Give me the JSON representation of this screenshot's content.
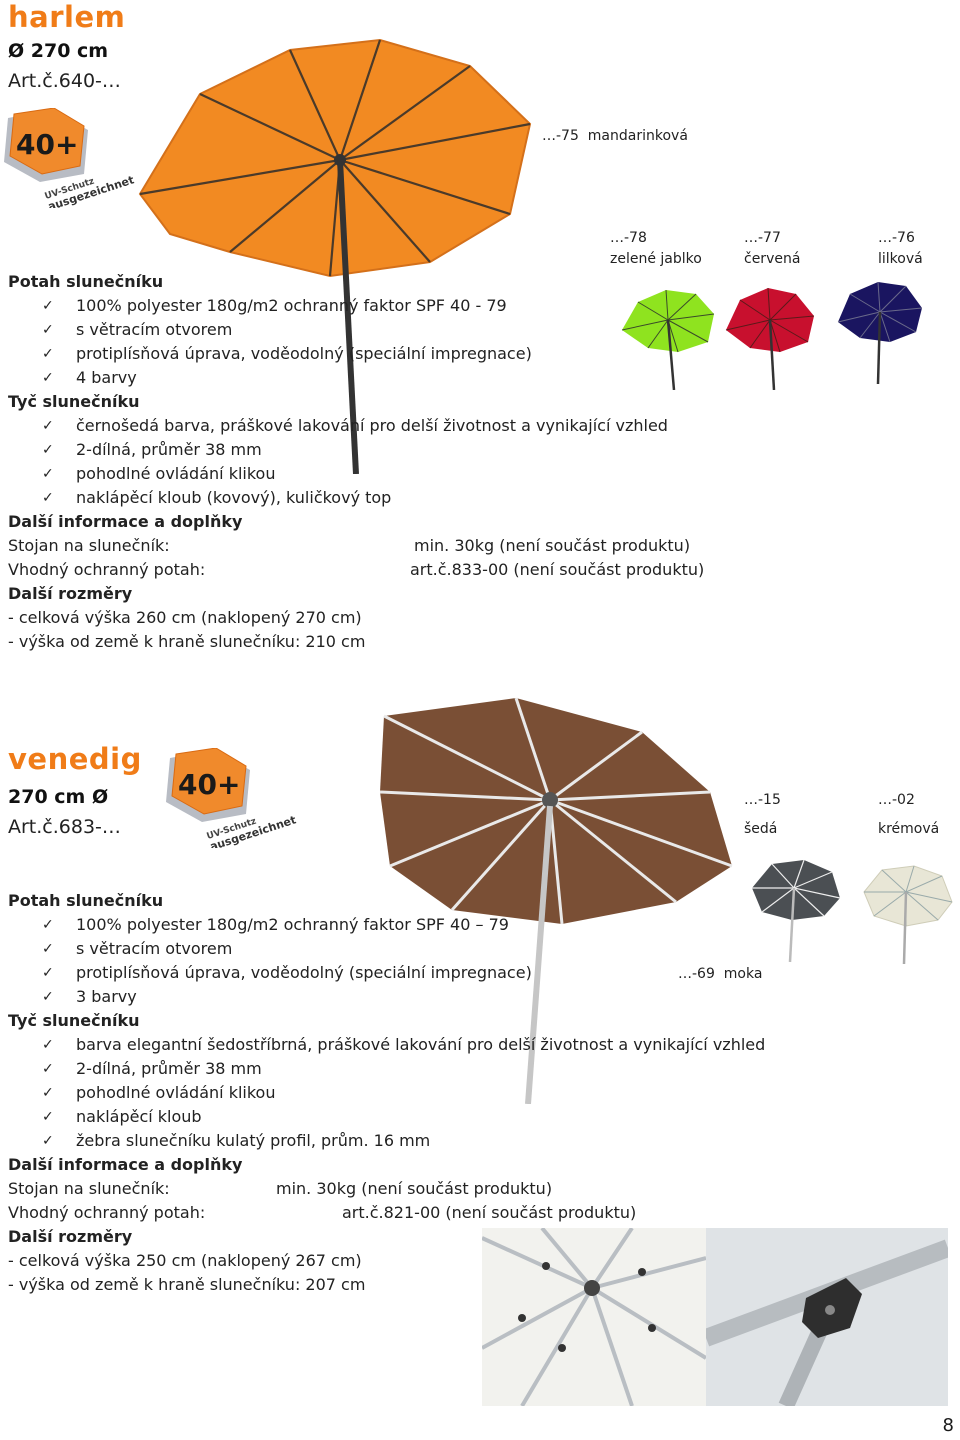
{
  "page_number": "8",
  "harlem": {
    "name": "harlem",
    "diameter": "Ø 270 cm",
    "art": "Art.č.640-…",
    "badge": {
      "number": "40+",
      "line1": "UV-Schutz",
      "line2": "ausgezeichnet"
    },
    "colors": {
      "main": {
        "code": "…-75",
        "name": "mandarinková",
        "hex": "#f28a22"
      },
      "variants": [
        {
          "code": "…-78",
          "name": "zelené jablko",
          "hex": "#8fe31f"
        },
        {
          "code": "…-77",
          "name": "červená",
          "hex": "#c8102e"
        },
        {
          "code": "…-76",
          "name": "lilková",
          "hex": "#1a1560"
        }
      ]
    },
    "sections": {
      "cover": {
        "heading": "Potah slunečníku",
        "items": [
          "100% polyester 180g/m2 ochranný faktor SPF 40 - 79",
          "s větracím otvorem",
          "protiplísňová úprava, voděodolný (speciální impregnace)",
          "4 barvy"
        ]
      },
      "pole": {
        "heading": "Tyč slunečníku",
        "items": [
          "černošedá barva, práškové lakování pro delší životnost a vynikající vzhled",
          "2-dílná, průměr 38 mm",
          "pohodlné ovládání klikou",
          "naklápěcí kloub (kovový), kuličkový top"
        ]
      },
      "info": {
        "heading": "Další informace a doplňky",
        "stand_label": "Stojan na slunečník:",
        "stand_value": "min. 30kg (není součást produktu)",
        "cover_label": "Vhodný ochranný potah:",
        "cover_value": "art.č.833-00 (není součást produktu)"
      },
      "dims": {
        "heading": "Další rozměry",
        "line1": "- celková výška 260 cm (naklopený 270 cm)",
        "line2": "- výška od země k hraně slunečníku: 210 cm"
      }
    }
  },
  "venedig": {
    "name": "venedig",
    "diameter": "270 cm Ø",
    "art": "Art.č.683-…",
    "badge": {
      "number": "40+",
      "line1": "UV-Schutz",
      "line2": "ausgezeichnet"
    },
    "colors": {
      "main": {
        "code": "…-69",
        "name": "moka",
        "hex": "#7a4f35"
      },
      "variants": [
        {
          "code": "…-15",
          "name": "šedá",
          "hex": "#4b4f53"
        },
        {
          "code": "…-02",
          "name": "krémová",
          "hex": "#e8e6d6"
        }
      ]
    },
    "sections": {
      "cover": {
        "heading": "Potah slunečníku",
        "items": [
          "100% polyester 180g/m2 ochranný faktor SPF 40 – 79",
          "s větracím otvorem",
          "protiplísňová úprava, voděodolný (speciální impregnace)",
          "3 barvy"
        ]
      },
      "pole": {
        "heading": "Tyč slunečníku",
        "items": [
          "barva elegantní šedostříbrná, práškové lakování pro delší životnost a vynikající vzhled",
          "2-dílná, průměr 38 mm",
          "pohodlné ovládání klikou",
          "naklápěcí kloub",
          "žebra slunečníku kulatý profil, prům. 16 mm"
        ]
      },
      "info": {
        "heading": "Další informace a doplňky",
        "stand_label": "Stojan na slunečník:",
        "stand_value": "min. 30kg (není součást produktu)",
        "cover_label": "Vhodný ochranný potah:",
        "cover_value": "art.č.821-00 (není součást produktu)"
      },
      "dims": {
        "heading": "Další rozměry",
        "line1": "- celková výška 250 cm (naklopený 267 cm)",
        "line2": "- výška od země k hraně slunečníku: 207 cm"
      }
    }
  }
}
